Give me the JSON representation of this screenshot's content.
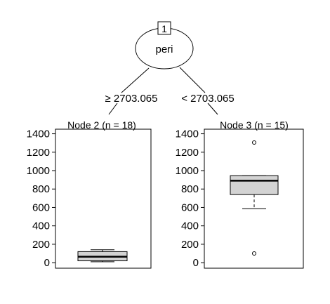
{
  "chart_data": {
    "type": "boxplot",
    "title": "",
    "tree": {
      "root": {
        "id": "1",
        "split_variable": "peri"
      },
      "edges": [
        {
          "label": "≥ 2703.065",
          "to": "2"
        },
        {
          "label": "< 2703.065",
          "to": "3"
        }
      ]
    },
    "panels": [
      {
        "node_id": "2",
        "title": "Node 2 (n = 18)",
        "n": 18,
        "box": {
          "whisker_low": 10,
          "q1": 20,
          "median": 65,
          "q3": 120,
          "whisker_high": 140
        },
        "outliers": []
      },
      {
        "node_id": "3",
        "title": "Node 3 (n = 15)",
        "n": 15,
        "box": {
          "whisker_low": 585,
          "q1": 740,
          "median": 890,
          "q3": 945,
          "whisker_high": 945
        },
        "outliers": [
          1305,
          100
        ]
      }
    ],
    "ylim": [
      -60,
      1450
    ],
    "yticks": [
      0,
      200,
      400,
      600,
      800,
      1000,
      1200,
      1400
    ],
    "ytick_labels": [
      "0",
      "200",
      "400",
      "600",
      "800",
      "1000",
      "1200",
      "1400"
    ],
    "box_fill": "#d3d3d3",
    "line_color": "#000000"
  }
}
